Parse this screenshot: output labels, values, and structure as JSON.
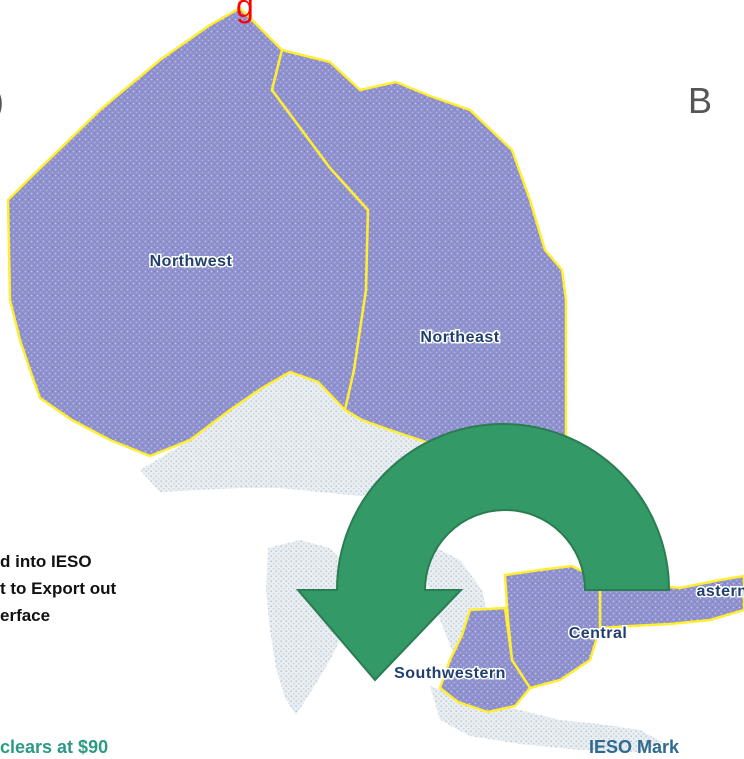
{
  "slide": {
    "title_fragment": "g",
    "left_fragment": ")",
    "right_fragment": "B"
  },
  "map": {
    "regions": {
      "northwest": "Northwest",
      "northeast": "Northeast",
      "eastern": "astern",
      "central": "Central",
      "southwestern": "Southwestern"
    },
    "arrow_color": "#339966",
    "region_fill_color": "#8484c8",
    "water_fill_color": "#d4dde4",
    "border_color": "#ffee33"
  },
  "notes": {
    "line1": "d into IESO",
    "line2": "t to Export out",
    "line3": "erface",
    "bottom_left": "clears at $90",
    "bottom_right": "IESO Mark"
  }
}
